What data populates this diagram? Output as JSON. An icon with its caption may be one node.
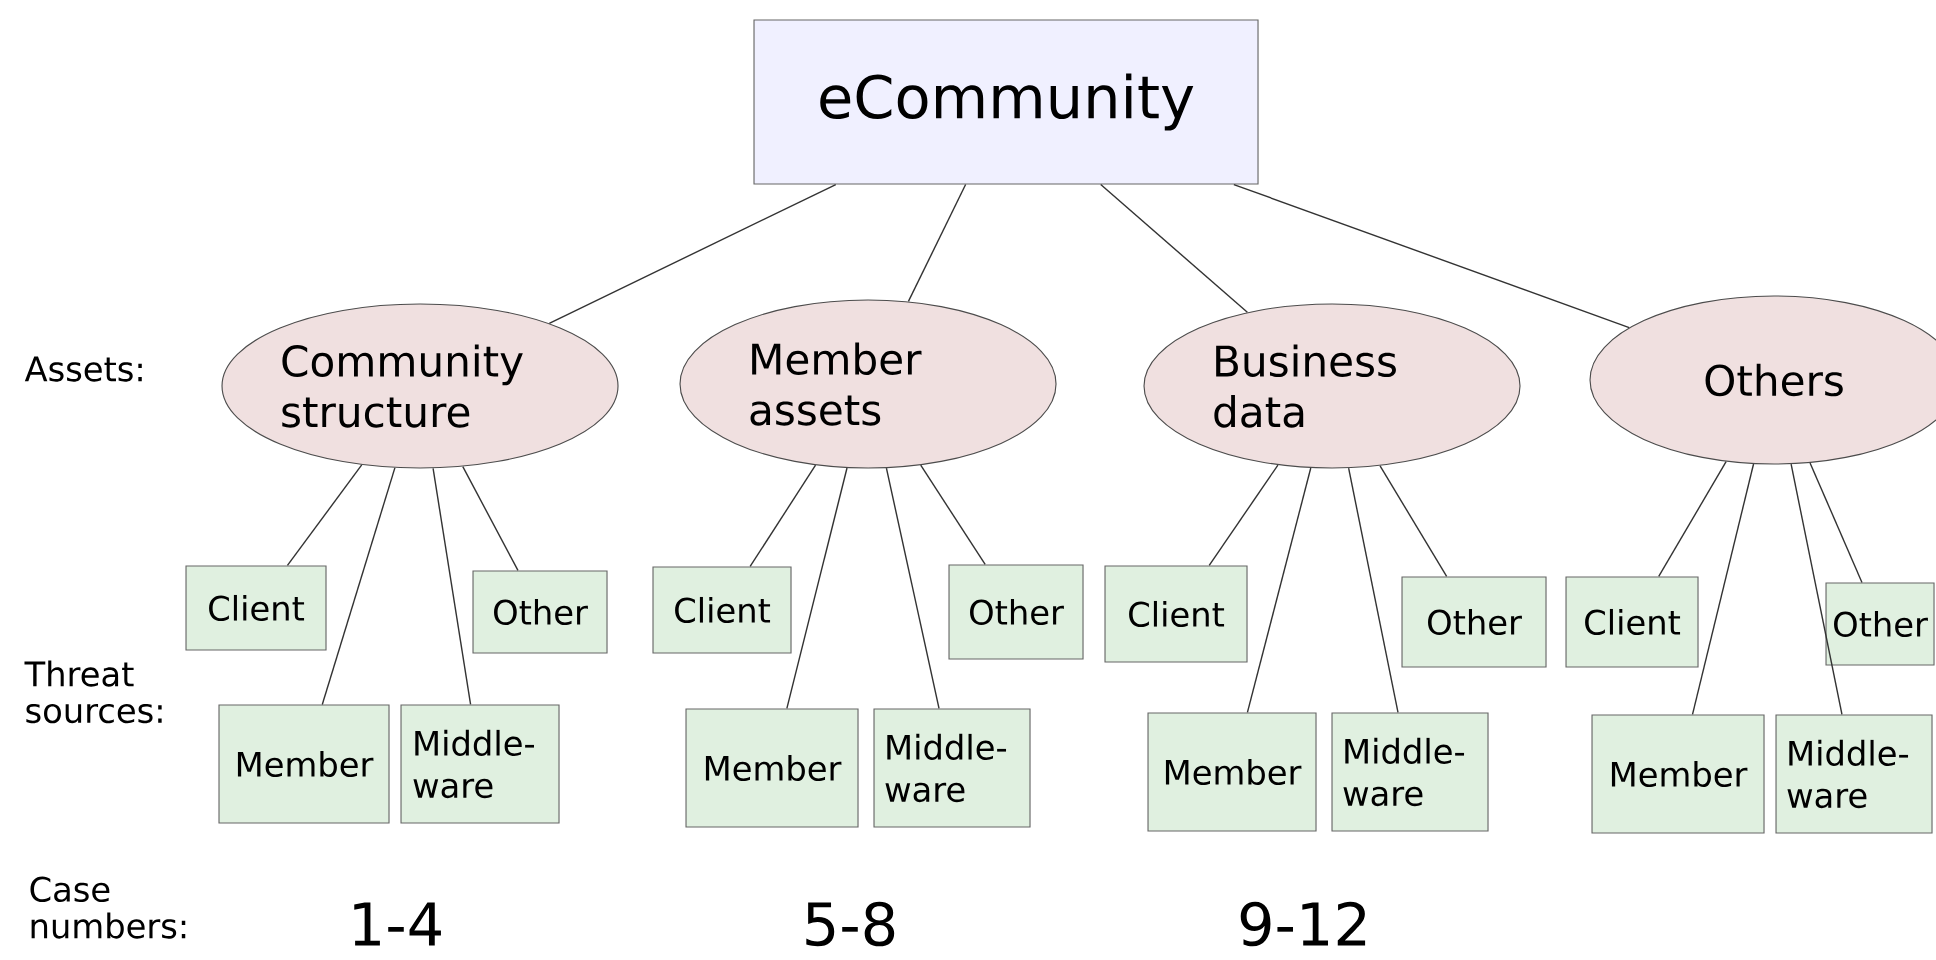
{
  "diagram": {
    "nodes": [
      {
        "text": [
          "eCommunity"
        ]
      },
      {
        "text": [
          "Community structure"
        ]
      },
      {
        "text": [
          "Member assets"
        ]
      },
      {
        "text": [
          "Business data"
        ]
      },
      {
        "text": [
          "Others"
        ]
      },
      {
        "text": [
          "Client"
        ]
      },
      {
        "text": [
          "Other"
        ]
      },
      {
        "text": [
          "Member"
        ]
      },
      {
        "text": [
          "Middle-ware"
        ]
      },
      {
        "text": [
          "Client"
        ]
      },
      {
        "text": [
          "Other"
        ]
      },
      {
        "text": [
          "Member"
        ]
      },
      {
        "text": [
          "Middle-ware"
        ]
      },
      {
        "text": [
          "Client"
        ]
      },
      {
        "text": [
          "Other"
        ]
      },
      {
        "text": [
          "Member"
        ]
      },
      {
        "text": [
          "Middle-ware"
        ]
      },
      {
        "text": [
          "Client"
        ]
      },
      {
        "text": [
          "Other"
        ]
      },
      {
        "text": [
          "Member"
        ]
      },
      {
        "text": [
          "Middle-ware"
        ]
      }
    ],
    "edges": [
      {
        "from": 0,
        "to": 1,
        "arrow": "none"
      },
      {
        "from": 0,
        "to": 2,
        "arrow": "none"
      },
      {
        "from": 0,
        "to": 3,
        "arrow": "none"
      },
      {
        "from": 0,
        "to": 4,
        "arrow": "none"
      },
      {
        "from": 1,
        "to": 5,
        "arrow": "none"
      },
      {
        "from": 1,
        "to": 7,
        "arrow": "none"
      },
      {
        "from": 1,
        "to": 8,
        "arrow": "none"
      },
      {
        "from": 1,
        "to": 6,
        "arrow": "none"
      },
      {
        "from": 2,
        "to": 9,
        "arrow": "none"
      },
      {
        "from": 2,
        "to": 11,
        "arrow": "none"
      },
      {
        "from": 2,
        "to": 12,
        "arrow": "none"
      },
      {
        "from": 2,
        "to": 10,
        "arrow": "none"
      },
      {
        "from": 3,
        "to": 13,
        "arrow": "none"
      },
      {
        "from": 3,
        "to": 15,
        "arrow": "none"
      },
      {
        "from": 3,
        "to": 16,
        "arrow": "none"
      },
      {
        "from": 3,
        "to": 14,
        "arrow": "none"
      },
      {
        "from": 4,
        "to": 17,
        "arrow": "none"
      },
      {
        "from": 4,
        "to": 19,
        "arrow": "none"
      },
      {
        "from": 4,
        "to": 20,
        "arrow": "none"
      },
      {
        "from": 4,
        "to": 18,
        "arrow": "none"
      }
    ],
    "labels": [
      "Assets:",
      "Threat sources:",
      "Case numbers:",
      "1-4",
      "5-8",
      "9-12"
    ]
  }
}
